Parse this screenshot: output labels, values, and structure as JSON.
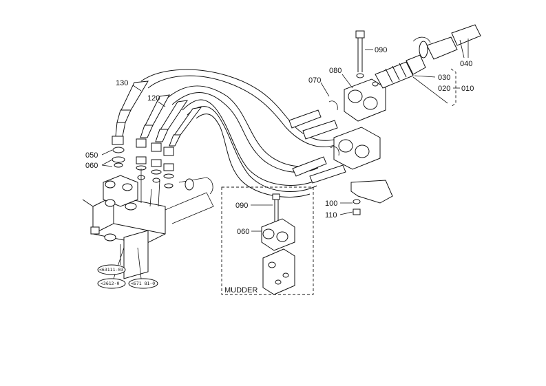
{
  "callouts": {
    "c090a": "090",
    "c080": "080",
    "c070": "070",
    "c030": "030",
    "c040": "040",
    "c020": "020",
    "c010": "010",
    "c130": "130",
    "c120": "120",
    "c050": "050",
    "c060": "060",
    "c100": "100",
    "c110": "110",
    "c090b": "090",
    "c060b": "060"
  },
  "inset": {
    "title": "MUDDER"
  },
  "refs": {
    "r1": "<63111-03",
    "r2": "<3612-0",
    "r3": "<671 81-0"
  }
}
